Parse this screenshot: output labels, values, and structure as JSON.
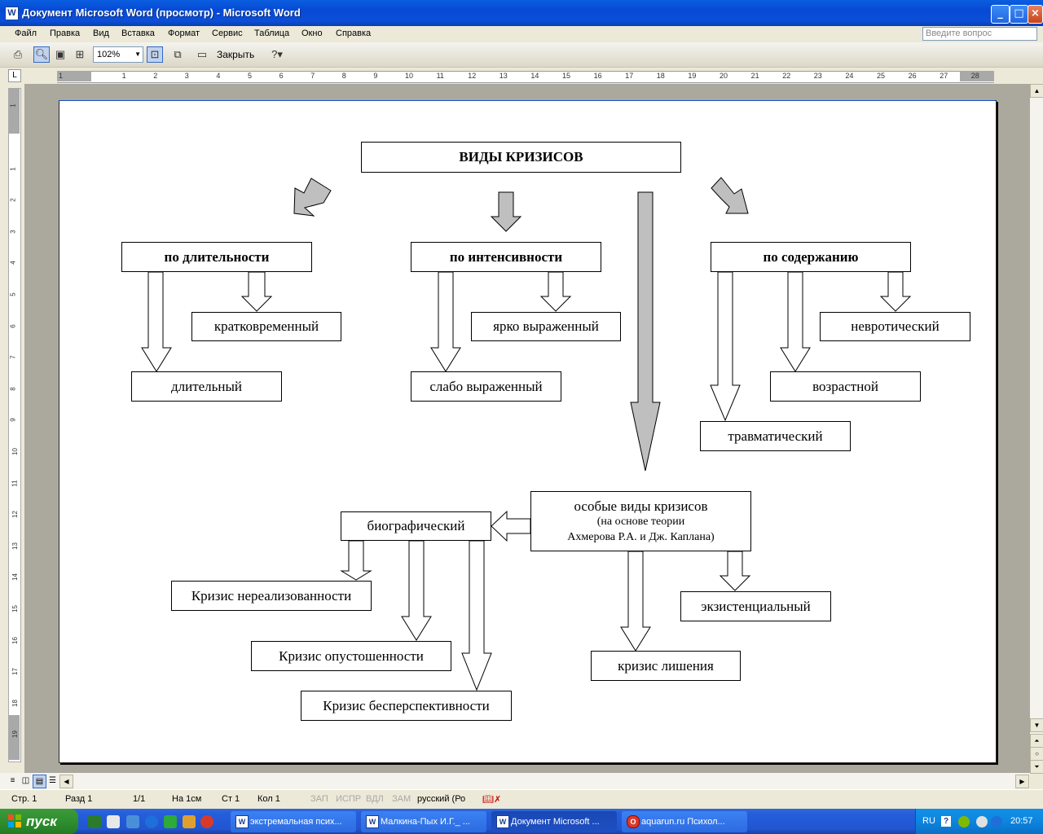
{
  "window": {
    "title": "Документ Microsoft Word (просмотр) - Microsoft Word"
  },
  "menu": {
    "items": [
      "Файл",
      "Правка",
      "Вид",
      "Вставка",
      "Формат",
      "Сервис",
      "Таблица",
      "Окно",
      "Справка"
    ],
    "help_placeholder": "Введите вопрос"
  },
  "toolbar": {
    "zoom": "102%",
    "close_label": "Закрыть"
  },
  "ruler": {
    "numbers": [
      "1",
      "1",
      "2",
      "3",
      "4",
      "5",
      "6",
      "7",
      "8",
      "9",
      "10",
      "11",
      "12",
      "13",
      "14",
      "15",
      "16",
      "17",
      "18",
      "19",
      "20",
      "21",
      "22",
      "23",
      "24",
      "25",
      "26",
      "27",
      "28"
    ]
  },
  "vruler": {
    "numbers": [
      "1",
      "1",
      "2",
      "3",
      "4",
      "5",
      "6",
      "7",
      "8",
      "9",
      "10",
      "11",
      "12",
      "13",
      "14",
      "15",
      "16",
      "17",
      "18",
      "19"
    ]
  },
  "diagram": {
    "title": "ВИДЫ КРИЗИСОВ",
    "by_duration": {
      "label": "по длительности",
      "short": "кратковременный",
      "long": "длительный"
    },
    "by_intensity": {
      "label": "по интенсивности",
      "strong": "ярко выраженный",
      "weak": "слабо выраженный"
    },
    "by_content": {
      "label": "по содержанию",
      "neurotic": "невротический",
      "age": "возрастной",
      "traumatic": "травматический"
    },
    "special": {
      "line1": "особые виды кризисов",
      "line2": "(на основе теории",
      "line3": "Ахмерова Р.А. и Дж. Каплана)"
    },
    "biographical": {
      "label": "биографический",
      "unrealized": "Кризис нереализованности",
      "emptiness": "Кризис опустошенности",
      "hopeless": "Кризис бесперспективности"
    },
    "existential": "экзистенциальный",
    "deprivation": "кризис лишения"
  },
  "status": {
    "page": "Стр.  1",
    "section": "Разд  1",
    "pages": "1/1",
    "at": "На  1см",
    "line": "Ст  1",
    "col": "Кол  1",
    "rec": "ЗАП",
    "trk": "ИСПР",
    "ext": "ВДЛ",
    "ovr": "ЗАМ",
    "lang": "русский (Ро"
  },
  "taskbar": {
    "start": "пуск",
    "tasks": [
      "экстремальная псих...",
      "Малкина-Пых И.Г._ ...",
      "Документ Microsoft ...",
      "aquarun.ru Психол..."
    ],
    "lang": "RU",
    "time": "20:57"
  }
}
